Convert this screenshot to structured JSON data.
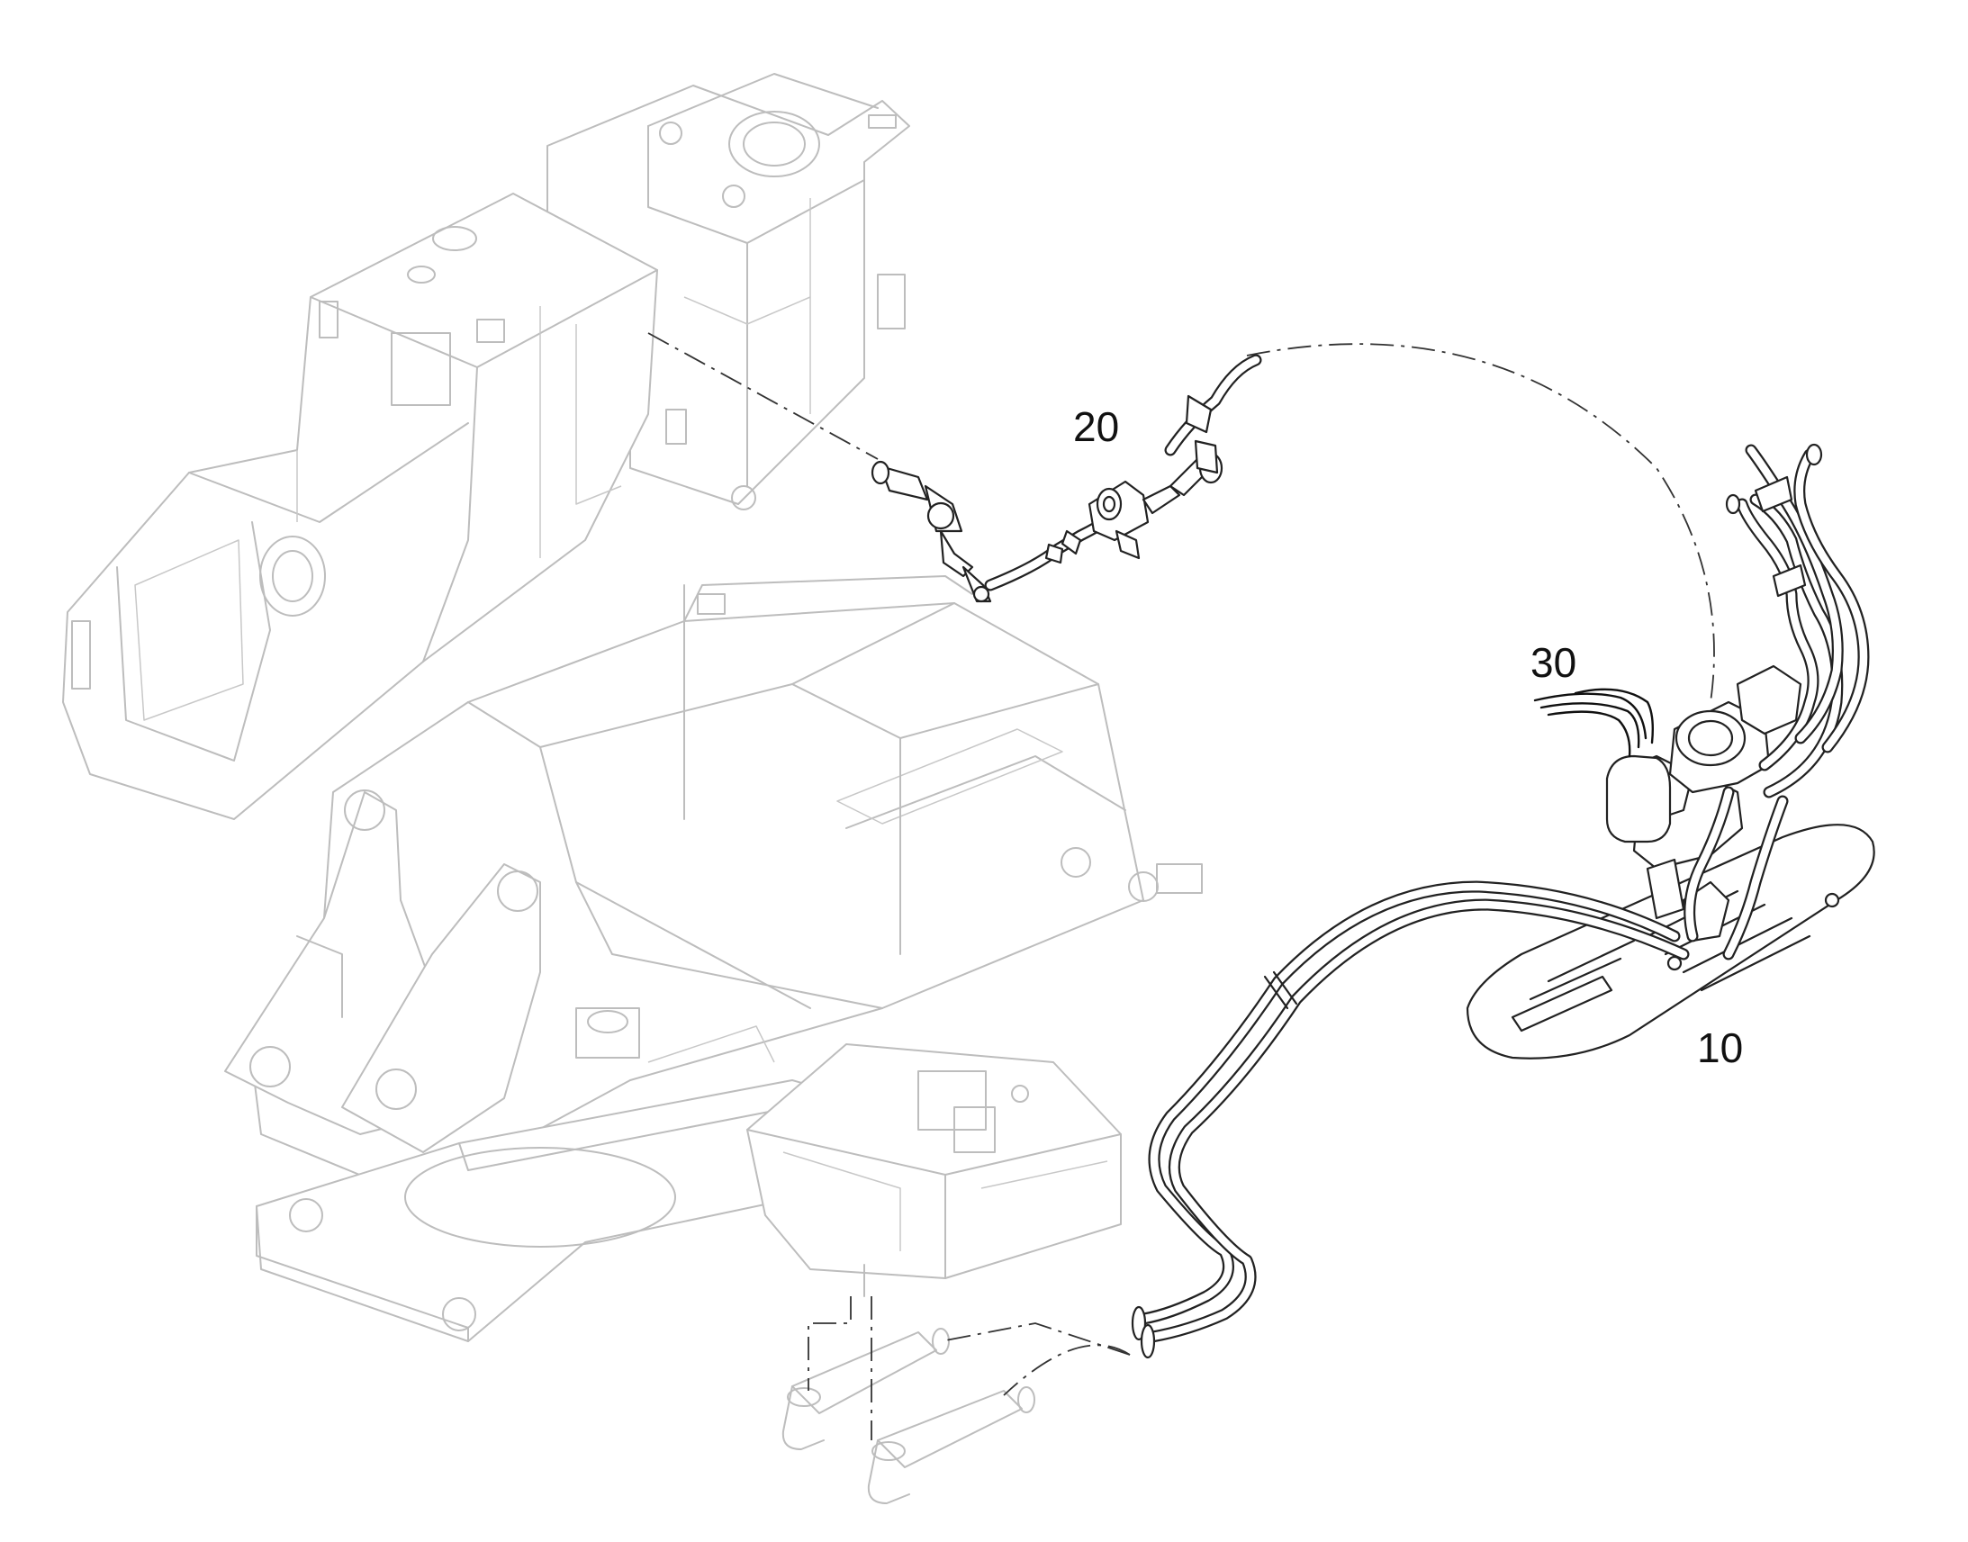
{
  "callouts": [
    {
      "id": "part-10",
      "label": "10"
    },
    {
      "id": "part-20",
      "label": "20"
    },
    {
      "id": "part-30",
      "label": "30"
    }
  ],
  "colors": {
    "highlighted_part": "#222222",
    "ghosted_assembly": "#bdbdbd",
    "background": "#ffffff"
  }
}
